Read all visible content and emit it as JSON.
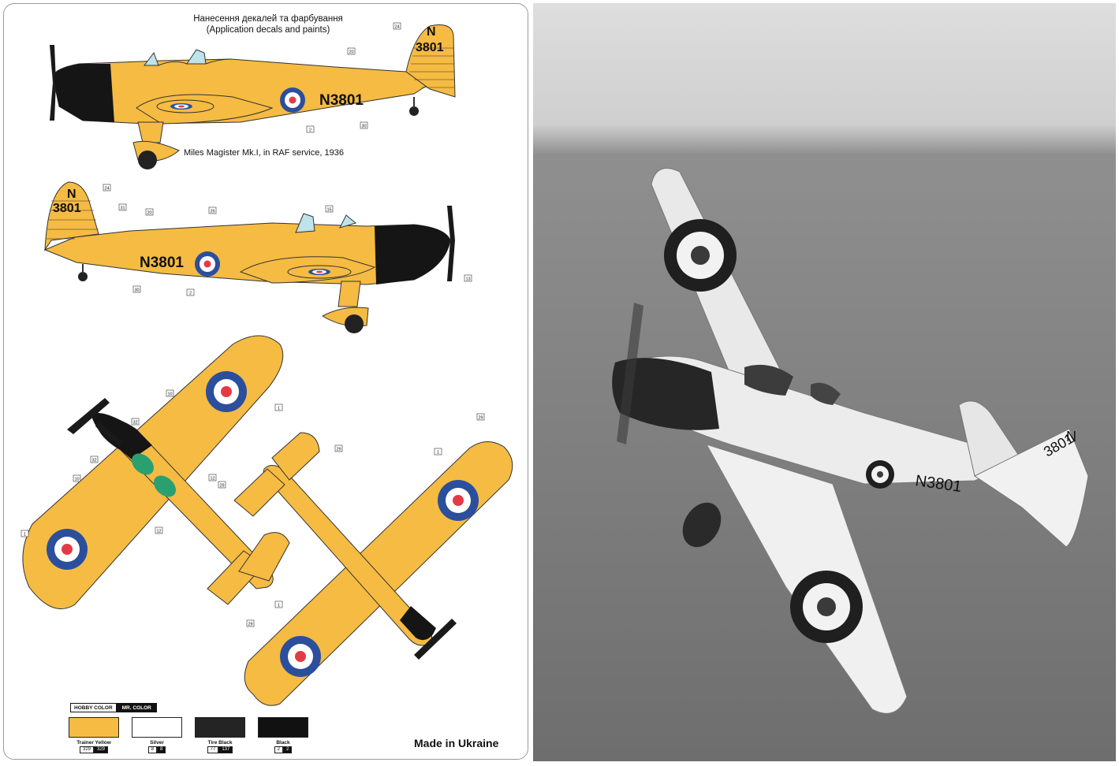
{
  "sheet": {
    "title_ua": "Нанесення декалей та фарбування",
    "title_en": "(Application decals and paints)",
    "caption": "Miles Magister Mk.I, in RAF service, 1936",
    "made_in": "Made in Ukraine",
    "registration": "N3801",
    "tail_letter": "N",
    "tail_number": "3801",
    "callouts": [
      "24",
      "20",
      "2",
      "30",
      "24",
      "31",
      "20",
      "26",
      "15",
      "13",
      "30",
      "2",
      "10",
      "1",
      "32",
      "32",
      "10",
      "12",
      "12",
      "1",
      "29",
      "29",
      "1",
      "29",
      "1",
      "29"
    ]
  },
  "legend": {
    "tab_hobby": "HOBBY COLOR",
    "tab_mr": "MR. COLOR",
    "swatches": [
      {
        "name": "Trainer Yellow",
        "hobby": "329",
        "mr": "329",
        "color": "#f5bb42"
      },
      {
        "name": "Silver",
        "hobby": "8",
        "mr": "8",
        "color": "#ffffff"
      },
      {
        "name": "Tire Black",
        "hobby": "77",
        "mr": "137",
        "color": "#242424"
      },
      {
        "name": "Black",
        "hobby": "2",
        "mr": "2",
        "color": "#111111"
      }
    ]
  },
  "photo": {
    "registration": "N3801",
    "tail_letter": "N",
    "tail_number": "3801"
  },
  "colors": {
    "yellow": "#f5bb42",
    "roundel_blue": "#2b4f9c",
    "roundel_red": "#e33b45",
    "black": "#111111"
  }
}
